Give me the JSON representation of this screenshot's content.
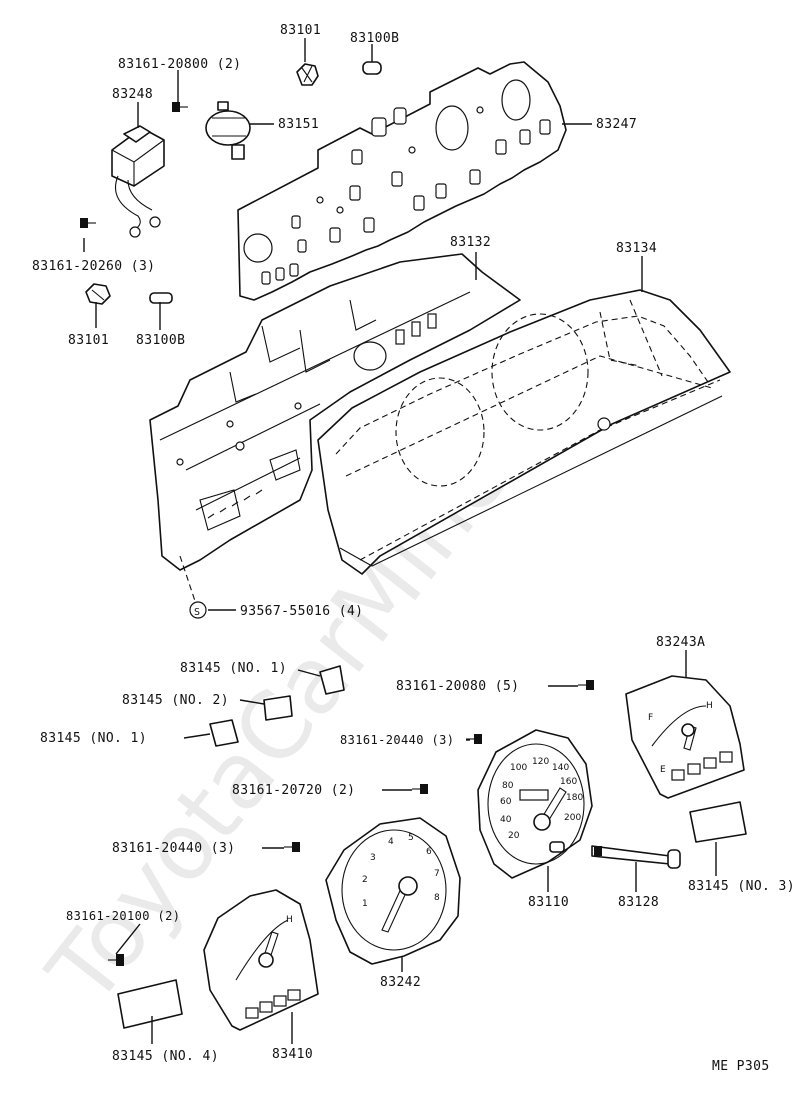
{
  "diagram": {
    "watermark": "ToyotaCarMine.ru",
    "page_code": "ME P305",
    "callouts": {
      "c83101_top": "83101",
      "c83100b_top": "83100B",
      "c83161_20800": "83161-20800 (2)",
      "c83248": "83248",
      "c83151": "83151",
      "c83247": "83247",
      "c83161_20260": "83161-20260 (3)",
      "c83101_bot": "83101",
      "c83100b_bot": "83100B",
      "c83132": "83132",
      "c83134": "83134",
      "c93567": "93567-55016 (4)",
      "c93567_mark": "S",
      "c83145_no1_top": "83145 (NO. 1)",
      "c83145_no2": "83145 (NO. 2)",
      "c83145_no1_left": "83145 (NO. 1)",
      "c83161_20080": "83161-20080 (5)",
      "c83243a": "83243A",
      "c83161_20440_a": "83161-20440 (3)",
      "c83161_20720": "83161-20720 (2)",
      "c83161_20440_b": "83161-20440 (3)",
      "c83110": "83110",
      "c83128": "83128",
      "c83145_no3": "83145 (NO. 3)",
      "c83161_20100": "83161-20100 (2)",
      "c83242": "83242",
      "c83145_no4": "83145 (NO. 4)",
      "c83410": "83410"
    }
  }
}
